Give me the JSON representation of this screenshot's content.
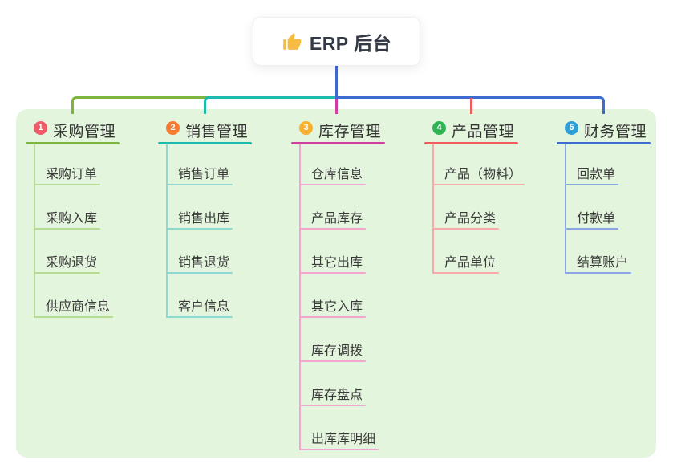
{
  "app": {
    "type": "mind-map",
    "background": "#ffffff",
    "group_background": "#e4f5dd"
  },
  "root": {
    "label": "ERP 后台",
    "icon": "thumbs-up",
    "icon_color": "#f6bb42",
    "connector_color": "#4467cf"
  },
  "branches": [
    {
      "number": "1",
      "title": "采购管理",
      "badge_color": "#ee5b69",
      "branch_color": "#7cb63e",
      "child_line_color": "#b6db95",
      "children": [
        "采购订单",
        "采购入库",
        "采购退货",
        "供应商信息"
      ]
    },
    {
      "number": "2",
      "title": "销售管理",
      "badge_color": "#f57b33",
      "branch_color": "#1bbcad",
      "child_line_color": "#8ed9d0",
      "children": [
        "销售订单",
        "销售出库",
        "销售退货",
        "客户信息"
      ]
    },
    {
      "number": "3",
      "title": "库存管理",
      "badge_color": "#f8b02f",
      "branch_color": "#cf3e9d",
      "child_line_color": "#f2a6ce",
      "children": [
        "仓库信息",
        "产品库存",
        "其它出库",
        "其它入库",
        "库存调拨",
        "库存盘点",
        "出库库明细"
      ]
    },
    {
      "number": "4",
      "title": "产品管理",
      "badge_color": "#2fb454",
      "branch_color": "#f25b5b",
      "child_line_color": "#f8a9a9",
      "children": [
        "产品（物料）",
        "产品分类",
        "产品单位"
      ]
    },
    {
      "number": "5",
      "title": "财务管理",
      "badge_color": "#2ba0d9",
      "branch_color": "#3e6bd0",
      "child_line_color": "#8ba6e3",
      "children": [
        "回款单",
        "付款单",
        "结算账户"
      ]
    }
  ]
}
